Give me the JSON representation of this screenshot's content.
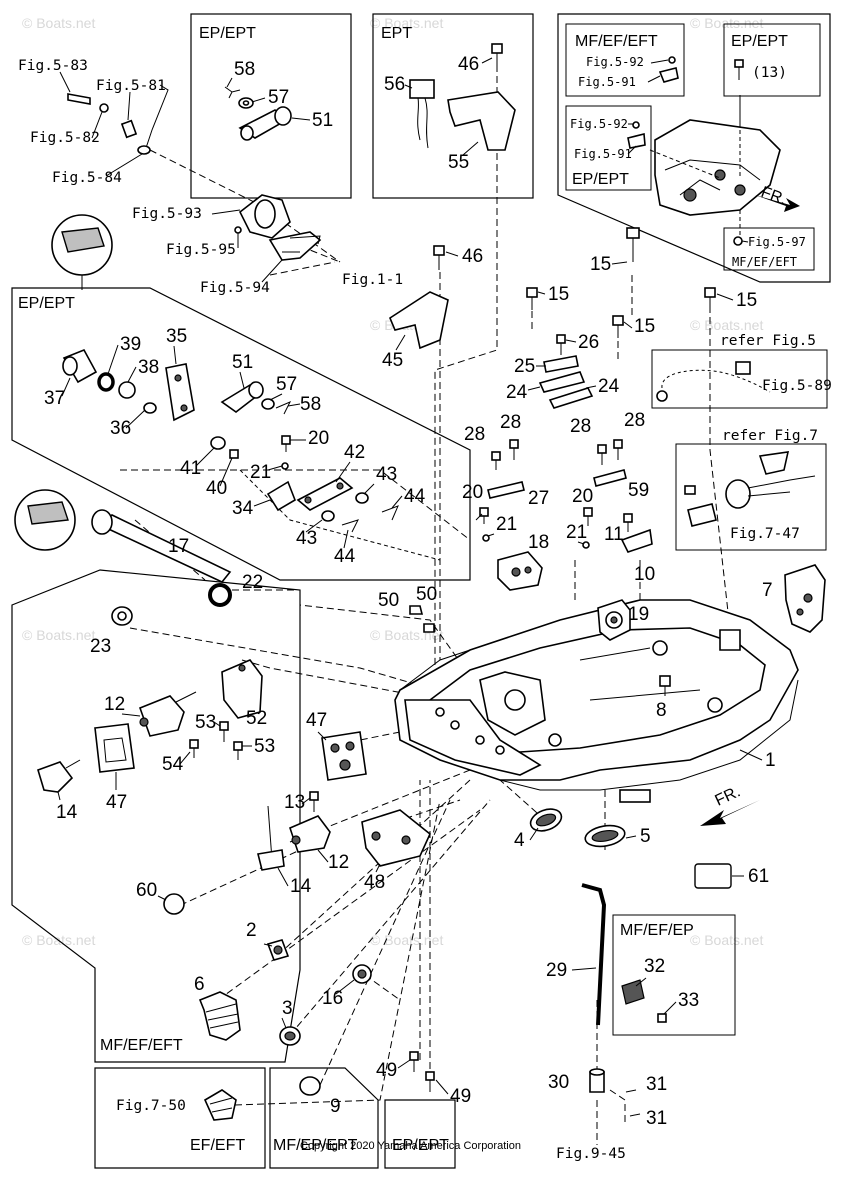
{
  "boxes": {
    "top_ep_ept": "EP/EPT",
    "top_ept": "EPT",
    "mf_ef_eft_top": "MF/EF/EFT",
    "ep_ept_top_right": "EP/EPT",
    "ep_ept_inset": "EP/EPT",
    "mf_ef_eft_inset": "MF/EF/EFT",
    "ep_ept_left": "EP/EPT",
    "refer_fig5": "refer Fig.5",
    "refer_fig7": "refer Fig.7",
    "mf_ef_eft_bottom": "MF/EF/EFT",
    "mf_ef_ep": "MF/EF/EP",
    "ef_eft": "EF/EFT",
    "mf_ep_ept": "MF/EP/EPT",
    "ep_ept_bottom": "EP/EPT"
  },
  "fig_refs": {
    "f583": "Fig.5-83",
    "f581": "Fig.5-81",
    "f582": "Fig.5-82",
    "f584": "Fig.5-84",
    "f593": "Fig.5-93",
    "f595": "Fig.5-95",
    "f594": "Fig.5-94",
    "f11": "Fig.1-1",
    "f592a": "Fig.5-92",
    "f591a": "Fig.5-91",
    "f592b": "Fig.5-92",
    "f591b": "Fig.5-91",
    "f597": "Fig.5-97",
    "f589": "Fig.5-89",
    "f747": "Fig.7-47",
    "f750": "Fig.7-50",
    "f945": "Fig.9-45",
    "fr1": "FR.",
    "fr2": "FR.",
    "p13": "(13)"
  },
  "parts": {
    "p1": "1",
    "p2": "2",
    "p3": "3",
    "p4": "4",
    "p5": "5",
    "p6": "6",
    "p7": "7",
    "p8": "8",
    "p9": "9",
    "p10": "10",
    "p11": "11",
    "p12a": "12",
    "p12b": "12",
    "p13": "13",
    "p14a": "14",
    "p14b": "14",
    "p15a": "15",
    "p15b": "15",
    "p15c": "15",
    "p15d": "15",
    "p16": "16",
    "p17": "17",
    "p18": "18",
    "p19": "19",
    "p20a": "20",
    "p20b": "20",
    "p20c": "20",
    "p21a": "21",
    "p21b": "21",
    "p21c": "21",
    "p22": "22",
    "p23": "23",
    "p24a": "24",
    "p24b": "24",
    "p25": "25",
    "p26": "26",
    "p27": "27",
    "p28a": "28",
    "p28b": "28",
    "p28c": "28",
    "p28d": "28",
    "p29": "29",
    "p30": "30",
    "p31a": "31",
    "p31b": "31",
    "p32": "32",
    "p33": "33",
    "p34": "34",
    "p35": "35",
    "p36": "36",
    "p37": "37",
    "p38": "38",
    "p39": "39",
    "p40": "40",
    "p41": "41",
    "p42": "42",
    "p43a": "43",
    "p43b": "43",
    "p44a": "44",
    "p44b": "44",
    "p45": "45",
    "p46a": "46",
    "p46b": "46",
    "p47a": "47",
    "p47b": "47",
    "p48": "48",
    "p49a": "49",
    "p49b": "49",
    "p50a": "50",
    "p50b": "50",
    "p51a": "51",
    "p51b": "51",
    "p52": "52",
    "p53a": "53",
    "p53b": "53",
    "p54": "54",
    "p55": "55",
    "p56": "56",
    "p57a": "57",
    "p57b": "57",
    "p58a": "58",
    "p58b": "58",
    "p59": "59",
    "p60": "60",
    "p61": "61"
  },
  "watermark": "© Boats.net",
  "copyright": "Copyright 2020 Yamaha America Corporation"
}
